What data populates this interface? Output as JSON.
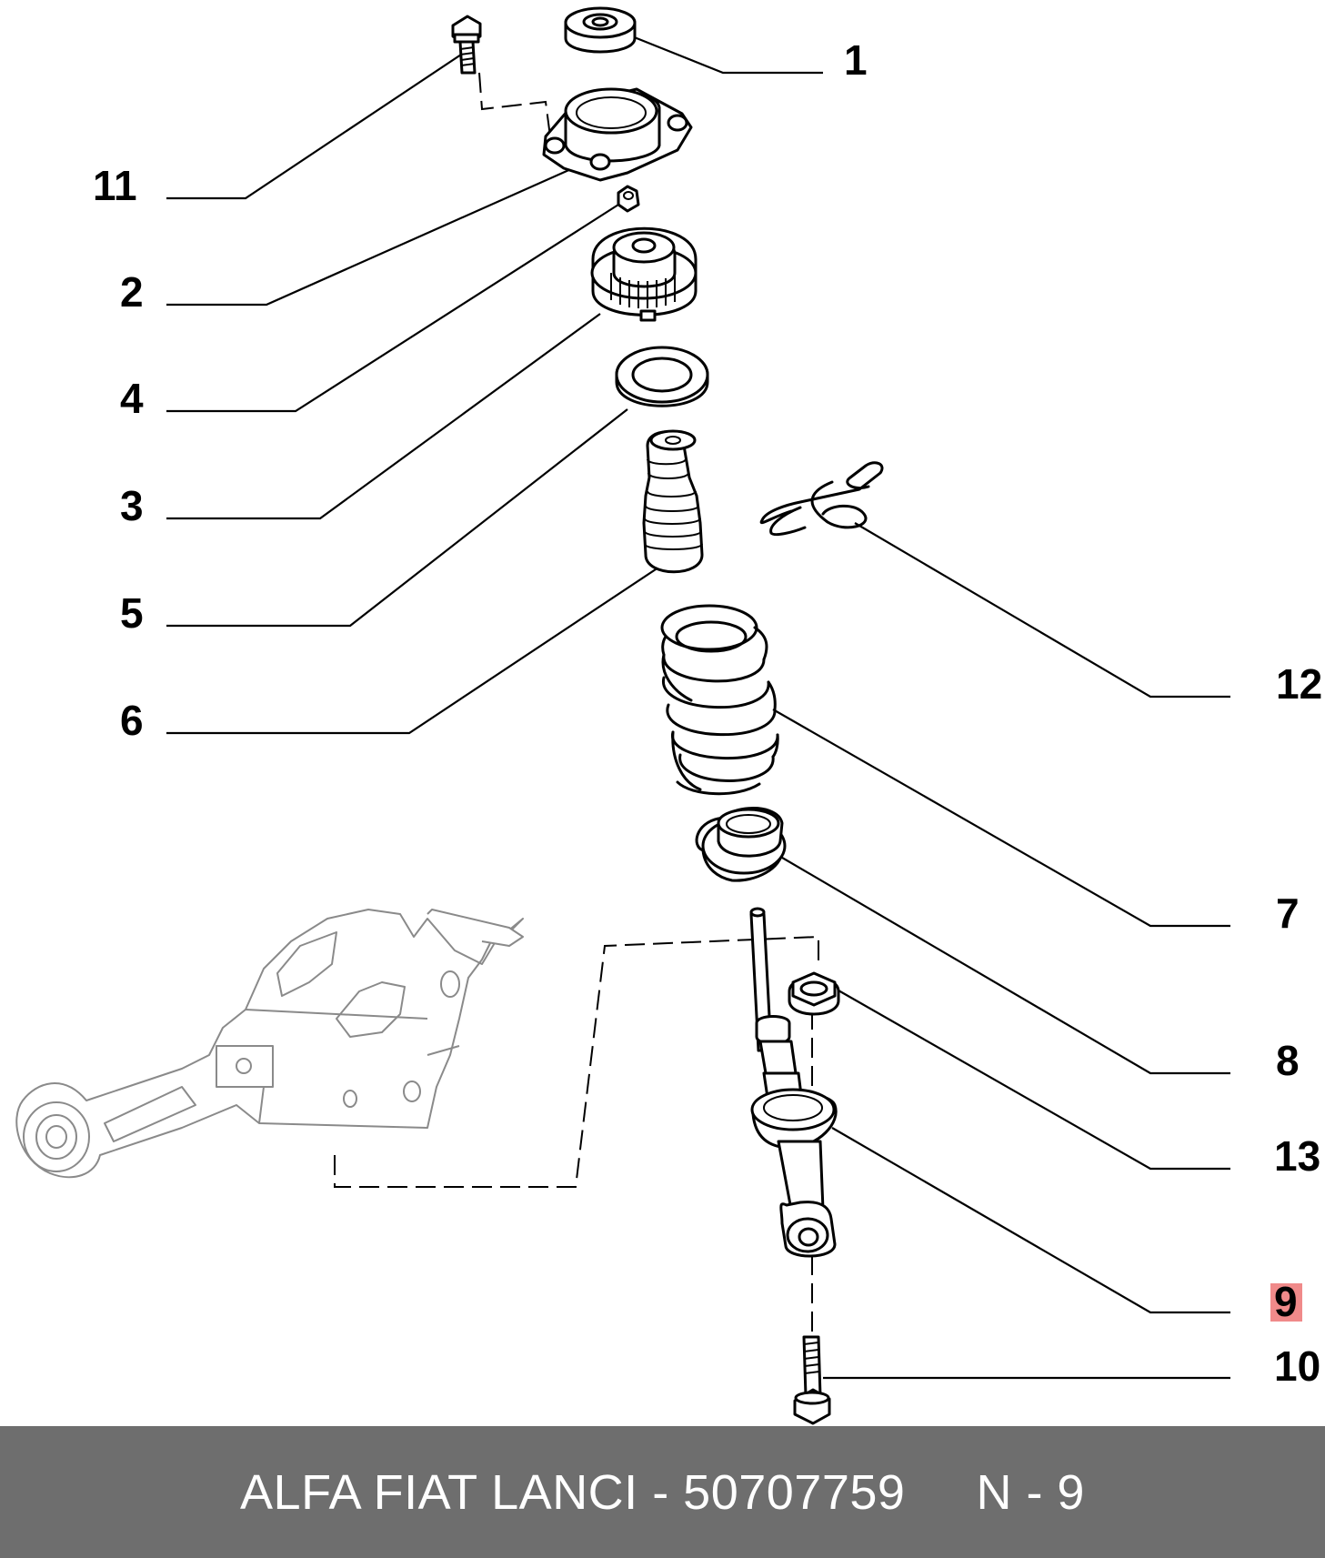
{
  "callouts": {
    "c1": "1",
    "c11": "11",
    "c2": "2",
    "c4": "4",
    "c3": "3",
    "c5": "5",
    "c6": "6",
    "c12": "12",
    "c7": "7",
    "c8": "8",
    "c13": "13",
    "c9": "9",
    "c10": "10"
  },
  "highlighted_callout": "9",
  "colors": {
    "highlight": "#f08a8a",
    "footer_background": "#6e6e6e",
    "footer_text": "#ffffff"
  },
  "footer": {
    "part_label": "ALFA FIAT LANCI - 50707759",
    "page_ref": "N - 9"
  }
}
